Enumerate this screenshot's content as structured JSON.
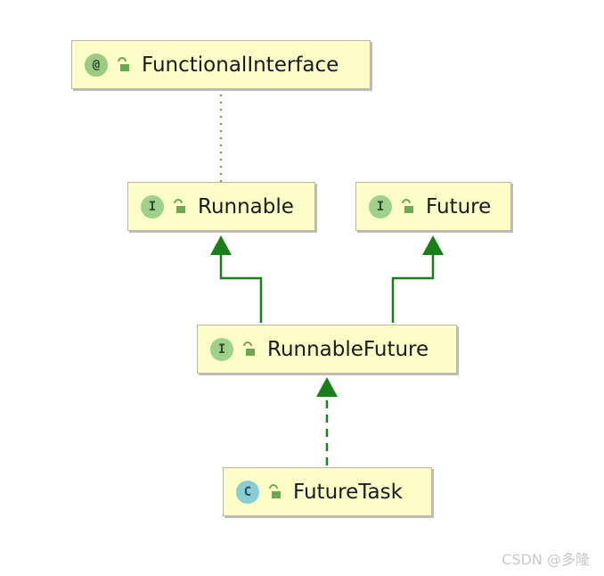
{
  "nodes": {
    "functional_interface": {
      "badge": "@",
      "kind": "annotation",
      "label": "FunctionalInterface"
    },
    "runnable": {
      "badge": "I",
      "kind": "interface",
      "label": "Runnable"
    },
    "future": {
      "badge": "I",
      "kind": "interface",
      "label": "Future"
    },
    "runnable_future": {
      "badge": "I",
      "kind": "interface",
      "label": "RunnableFuture"
    },
    "future_task": {
      "badge": "C",
      "kind": "class",
      "label": "FutureTask"
    }
  },
  "edges": [
    {
      "from": "runnable",
      "to": "functional_interface",
      "style": "dotted",
      "meaning": "annotated-by"
    },
    {
      "from": "runnable_future",
      "to": "runnable",
      "style": "solid",
      "meaning": "extends"
    },
    {
      "from": "runnable_future",
      "to": "future",
      "style": "solid",
      "meaning": "extends"
    },
    {
      "from": "future_task",
      "to": "runnable_future",
      "style": "dashed",
      "meaning": "implements"
    }
  ],
  "colors": {
    "node_fill": "#fdfdc7",
    "edge_green": "#1a7f1a",
    "dotted_olive": "#8a8a3a",
    "annotation_badge": "#9ccb7f",
    "interface_badge": "#9fd08a",
    "class_badge": "#88ccd6",
    "lock_icon": "#6ba84f"
  },
  "watermark": "CSDN @多隆"
}
